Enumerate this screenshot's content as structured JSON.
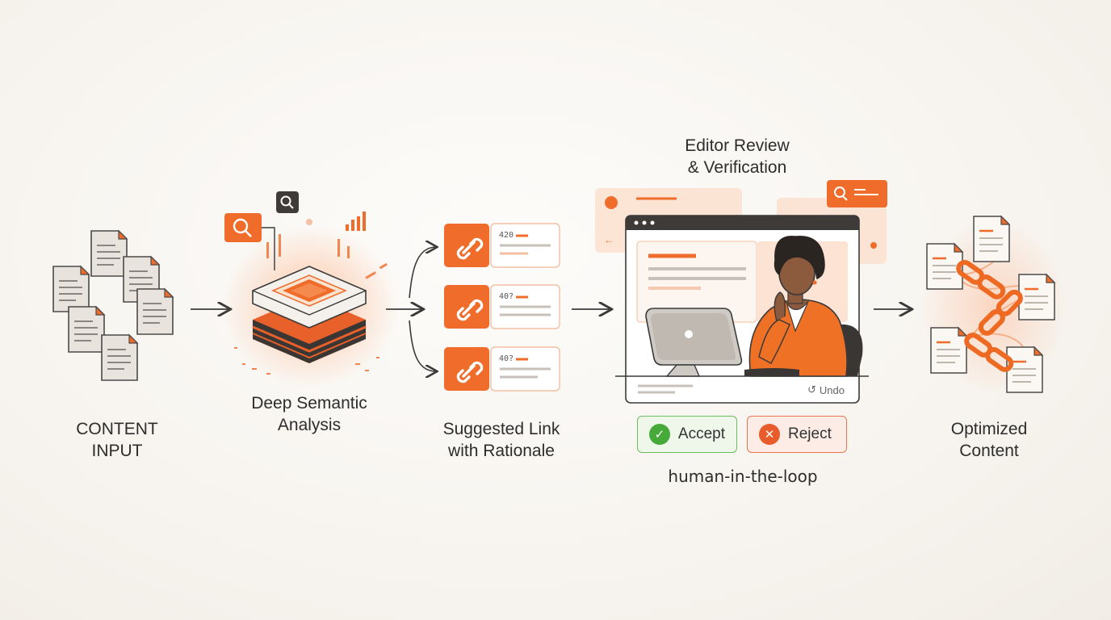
{
  "stages": {
    "input": {
      "line1": "CONTENT",
      "line2": "INPUT"
    },
    "analysis": {
      "line1": "Deep Semantic",
      "line2": "Analysis"
    },
    "suggestion": {
      "line1": "Suggested Link",
      "line2": "with Rationale"
    },
    "review": {
      "line1": "Editor Review",
      "line2": "& Verification"
    },
    "output": {
      "line1": "Optimized",
      "line2": "Content"
    }
  },
  "suggestion_codes": [
    "420",
    "40?",
    "40?"
  ],
  "review_panel": {
    "undo_label": "Undo",
    "accept_label": "Accept",
    "reject_label": "Reject",
    "caption": "human-in-the-loop"
  },
  "colors": {
    "accent": "#ef6c2b",
    "accent_light": "#fbd9c4",
    "accept_green": "#47a93a",
    "reject_orange": "#e85b2a",
    "doc_fill": "#e8e4dd",
    "dark": "#3a3a3a"
  },
  "icons": [
    "document-icon",
    "search-icon",
    "chip-icon",
    "link-icon",
    "browser-window-icon",
    "person-at-computer",
    "check-icon",
    "x-icon",
    "undo-icon",
    "chain-link-icon",
    "arrow-right-icon"
  ]
}
